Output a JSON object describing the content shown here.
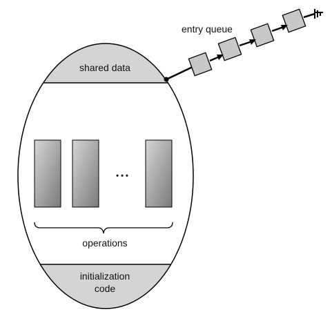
{
  "monitor": {
    "shared_data_label": "shared data",
    "operations_label": "operations",
    "ellipsis": "• • •",
    "init_line1": "initialization",
    "init_line2": "code"
  },
  "queue": {
    "label": "entry queue",
    "node_count": 4
  },
  "colors": {
    "band_fill": "#d4d4d4",
    "node_fill": "#c8c8c8",
    "outline": "#000000",
    "op_light": "#d6d6d6",
    "op_dark": "#7a7a7a"
  }
}
